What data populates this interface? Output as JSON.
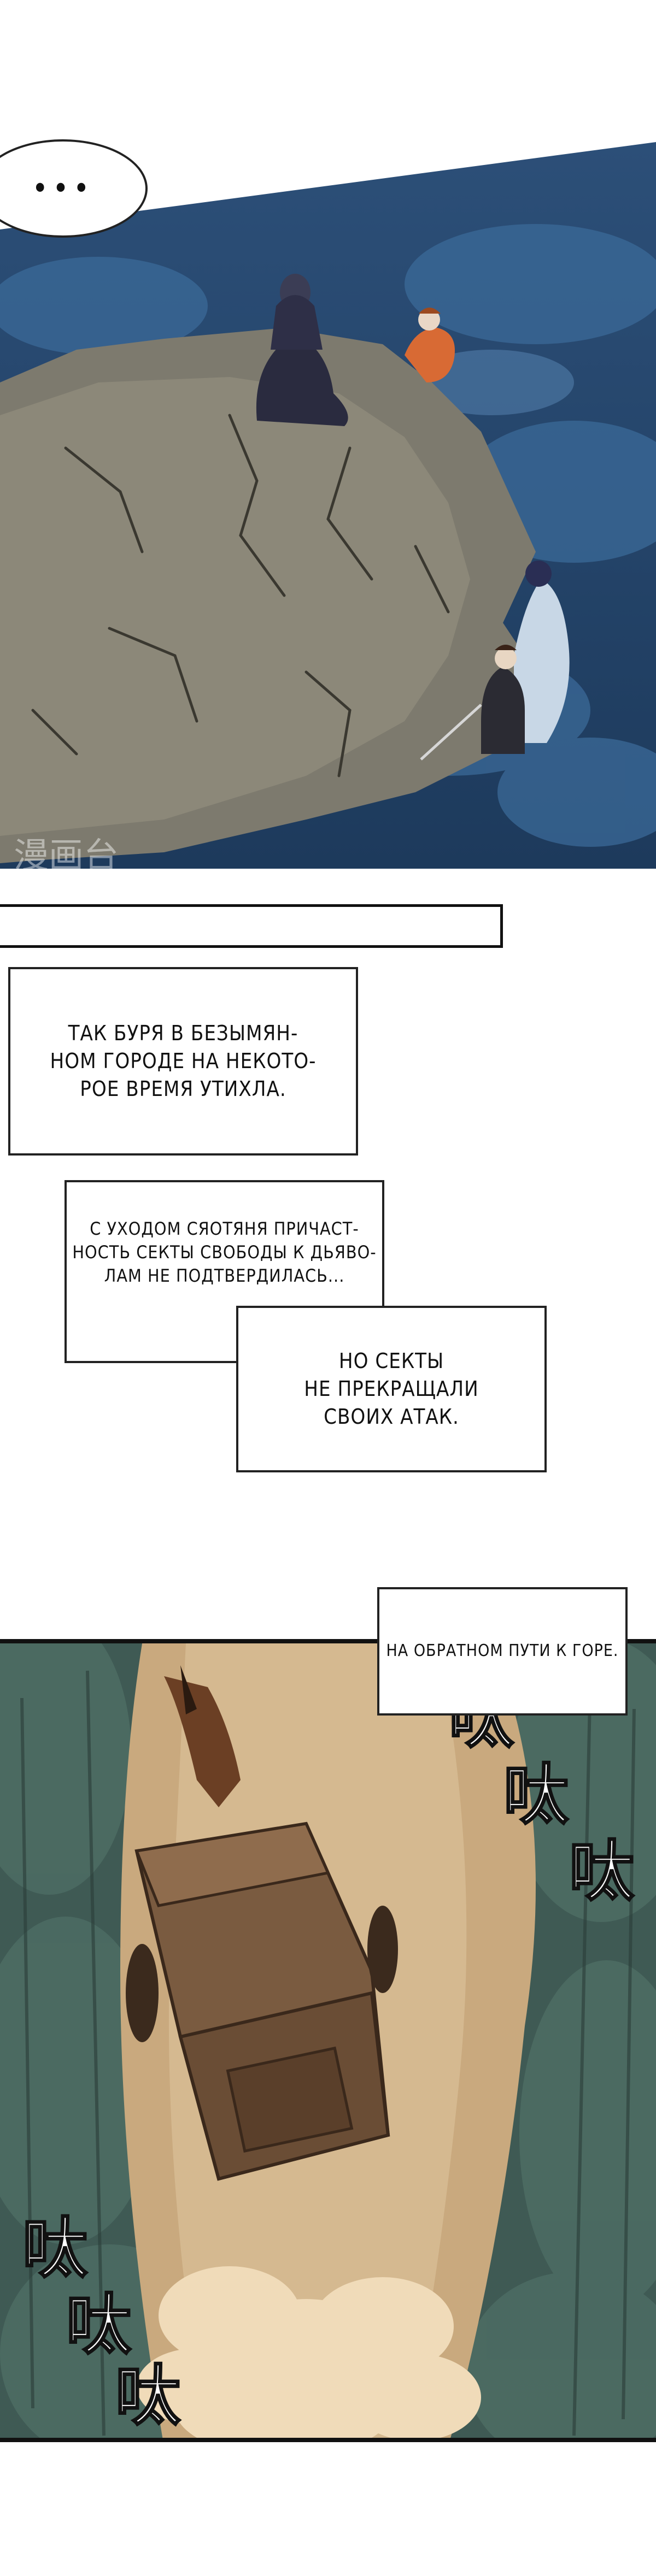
{
  "top_panel": {
    "speech_bubble": "•••",
    "watermark": "漫画台"
  },
  "captions": {
    "storm": "ТАК БУРЯ В БЕЗЫМЯН-\nНОМ ГОРОДЕ НА НЕКОТО-\nРОЕ ВРЕМЯ УТИХЛА.",
    "departure": "С УХОДОМ СЯОТЯНЯ ПРИЧАСТ-\nНОСТЬ СЕКТЫ СВОБОДЫ К ДЬЯВО-\nЛАМ НЕ ПОДТВЕРДИЛАСЬ...",
    "attacks": "НО СЕКТЫ\nНЕ ПРЕКРАЩАЛИ\nСВОИХ АТАК.",
    "return": "НА ОБРАТНОМ ПУТИ К ГОРЕ."
  },
  "sfx": {
    "right": [
      "呔",
      "呔",
      "呔"
    ],
    "left": [
      "呔",
      "呔",
      "呔"
    ]
  }
}
